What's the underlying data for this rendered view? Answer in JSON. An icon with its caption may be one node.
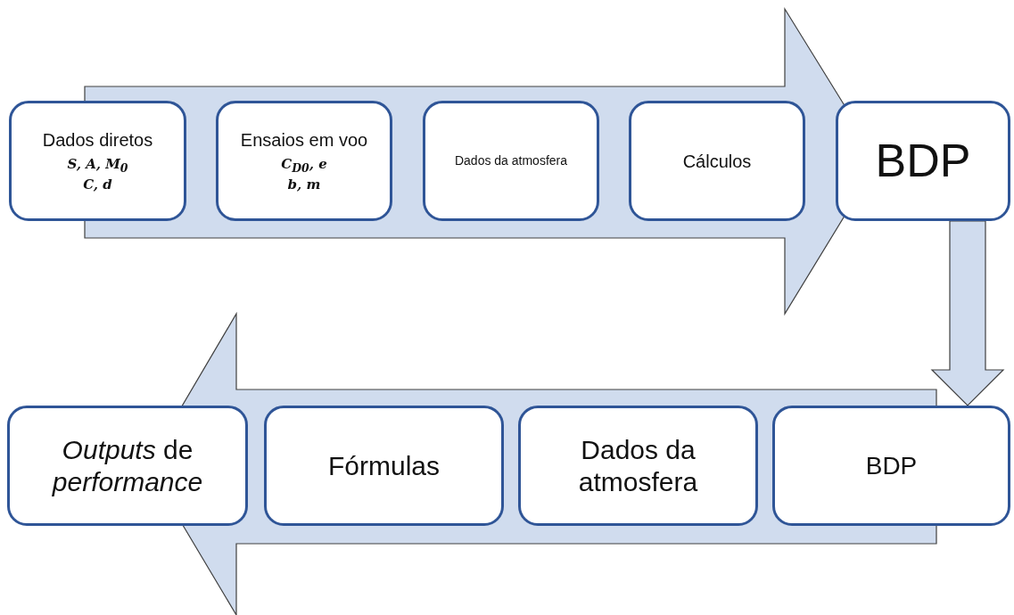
{
  "diagram": {
    "nodes": [
      {
        "text": [
          "Dados diretos",
          "S, A, M$_{0}$",
          "C, d"
        ]
      },
      {
        "text": [
          "Ensaios em voo",
          "C$_{D0}$, e",
          "b, m"
        ]
      },
      {
        "text": [
          "Dados da atmosfera"
        ]
      },
      {
        "text": [
          "Cálculos"
        ]
      },
      {
        "text": [
          "BDP"
        ]
      },
      {
        "text": [
          "*Outputs* de *performance*"
        ]
      },
      {
        "text": [
          "Fórmulas"
        ]
      },
      {
        "text": [
          "Dados da atmosfera"
        ]
      },
      {
        "text": [
          "BDP"
        ]
      }
    ],
    "edges": [
      {
        "from": 4,
        "to": 8,
        "arrow": "to",
        "style": "thick"
      }
    ]
  }
}
